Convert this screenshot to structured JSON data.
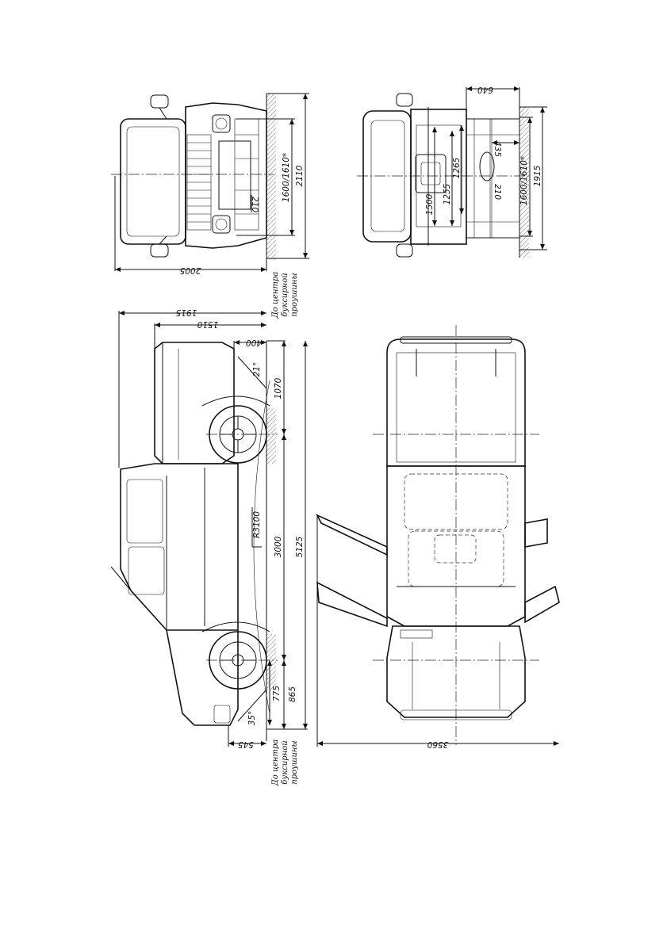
{
  "front_view": {
    "dims": {
      "track": "1600/1610*",
      "height": "2110",
      "clearance": "210",
      "width": "2005"
    }
  },
  "rear_view": {
    "dims": {
      "top": "640",
      "axle_h": "435",
      "clearance": "210",
      "track": "1600/1610*",
      "height": "1915",
      "box_a": "1500",
      "box_b": "1255",
      "box_c": "1265"
    }
  },
  "side_view": {
    "dims": {
      "roof_h": "1915",
      "box_h": "1510",
      "rear_overhang": "400",
      "rear_angle": "21°",
      "rear_to_axle": "1070",
      "wheelbase": "3000",
      "length": "5125",
      "radius": "R3100",
      "front_to_axle": "865",
      "front_overhang": "775",
      "front_angle": "35°",
      "hook": "545"
    },
    "note_top": [
      "До центра",
      "буксирной",
      "проушины"
    ],
    "note_bottom": [
      "До центра",
      "буксирной",
      "проушины"
    ]
  },
  "top_view": {
    "dims": {
      "width_doors_open": "3560"
    }
  }
}
